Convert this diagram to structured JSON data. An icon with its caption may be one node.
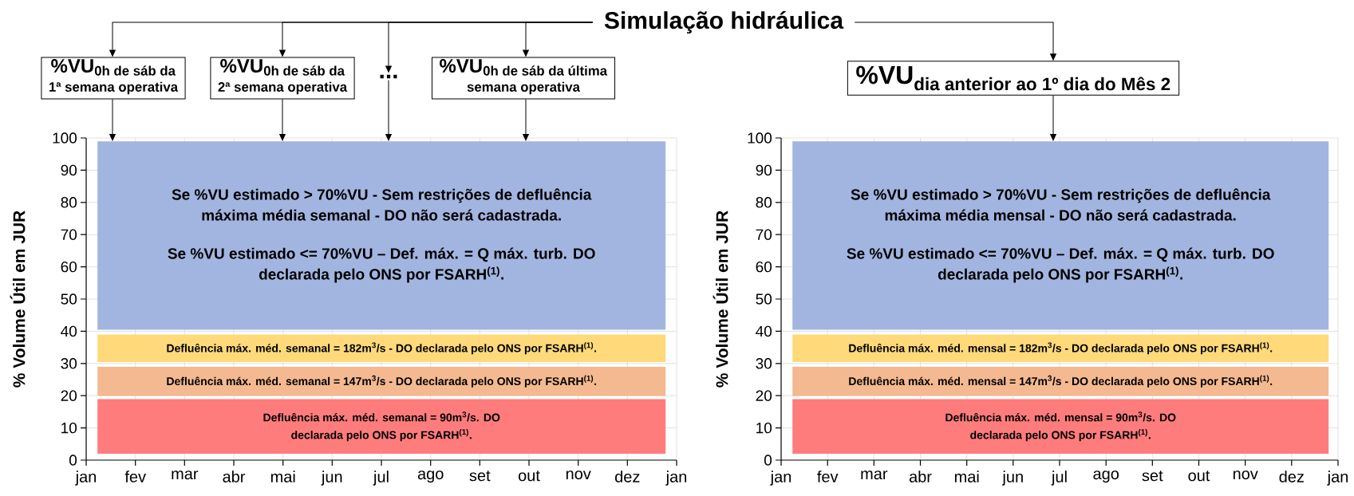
{
  "diagram": {
    "nodes": [
      {
        "text": [
          "Simulação hidráulica"
        ]
      },
      {
        "text": [
          "\\begin{array}{c}\\text{\\%VU}_{\\text{0h de sáb da}}\\\\ \\scriptstyle\\text{1ª semana operativa}\\end{array}"
        ]
      },
      {
        "text": [
          "\\begin{array}{c}\\text{\\%VU}_{\\text{0h de sáb da}}\\\\ \\scriptstyle\\text{2ª semana operativa}\\end{array}"
        ]
      },
      {
        "text": [
          "..."
        ]
      },
      {
        "text": [
          "\\begin{array}{c}\\text{\\%VU}_{\\text{0h de sáb da última}}\\\\ \\scriptstyle\\text{semana operativa}\\end{array}"
        ]
      },
      {
        "text": [
          "\\text{\\%VU}_{\\text{dia anterior ao 1º dia do Mês 2}}"
        ]
      },
      {
        "text": [
          "Se %VU estimado > 70%VU - Sem restrições de defluência máxima média semanal - DO não será cadastrada.",
          "Se %VU estimado <= 70%VU – Def. máx. = Q máx. turb. DO declarada pelo ONS por FSARH$^{(1)}$."
        ]
      },
      {
        "text": [
          "Defluência máx. méd. semanal = 182m$^{3}$/s - DO declarada pelo ONS por FSARH$^{(1)}$."
        ]
      },
      {
        "text": [
          "Defluência máx. méd. semanal = 147m$^{3}$/s - DO declarada pelo ONS por FSARH$^{(1)}$."
        ]
      },
      {
        "text": [
          "Defluência máx. méd. semanal = 90m$^{3}$/s. DO declarada pelo ONS por FSARH$^{(1)}$."
        ]
      },
      {
        "text": [
          "Se %VU estimado > 70%VU - Sem restrições de defluência máxima média mensal - DO não será cadastrada.",
          "Se %VU estimado <= 70%VU – Def. máx. = Q máx. turb. DO declarada pelo ONS por FSARH$^{(1)}$."
        ]
      },
      {
        "text": [
          "Defluência máx. méd. mensal = 182m$^{3}$/s - DO declarada pelo ONS por FSARH$^{(1)}$."
        ]
      },
      {
        "text": [
          "Defluência máx. méd. mensal = 147m$^{3}$/s - DO declarada pelo ONS por FSARH$^{(1)}$."
        ]
      },
      {
        "text": [
          "Defluência máx. méd. mensal = 90m$^{3}$/s. DO declarada pelo ONS por FSARH$^{(1)}$."
        ]
      }
    ],
    "edges": [
      {
        "from": 0,
        "to": 1,
        "arrow": "to"
      },
      {
        "from": 0,
        "to": 2,
        "arrow": "to"
      },
      {
        "from": 0,
        "to": 3,
        "arrow": "to"
      },
      {
        "from": 0,
        "to": 4,
        "arrow": "to"
      },
      {
        "from": 0,
        "to": 5,
        "arrow": "to"
      },
      {
        "from": 1,
        "to": 6,
        "arrow": "to"
      },
      {
        "from": 2,
        "to": 6,
        "arrow": "to"
      },
      {
        "from": 3,
        "to": 6,
        "arrow": "to"
      },
      {
        "from": 4,
        "to": 6,
        "arrow": "to"
      },
      {
        "from": 5,
        "to": 10,
        "arrow": "to"
      }
    ],
    "labels": [
      "% Volume Útil em JUR",
      "100",
      "90",
      "80",
      "70",
      "60",
      "50",
      "40",
      "30",
      "20",
      "10",
      "0",
      "jan",
      "fev",
      "mar",
      "abr",
      "mai",
      "jun",
      "jul",
      "ago",
      "set",
      "out",
      "nov",
      "dez",
      "jan",
      "% Volume Útil em JUR",
      "100",
      "90",
      "80",
      "70",
      "60",
      "50",
      "40",
      "30",
      "20",
      "10",
      "0",
      "jan",
      "fev",
      "mar",
      "abr",
      "mai",
      "jun",
      "jul",
      "ago",
      "set",
      "out",
      "nov",
      "dez",
      "jan"
    ]
  }
}
